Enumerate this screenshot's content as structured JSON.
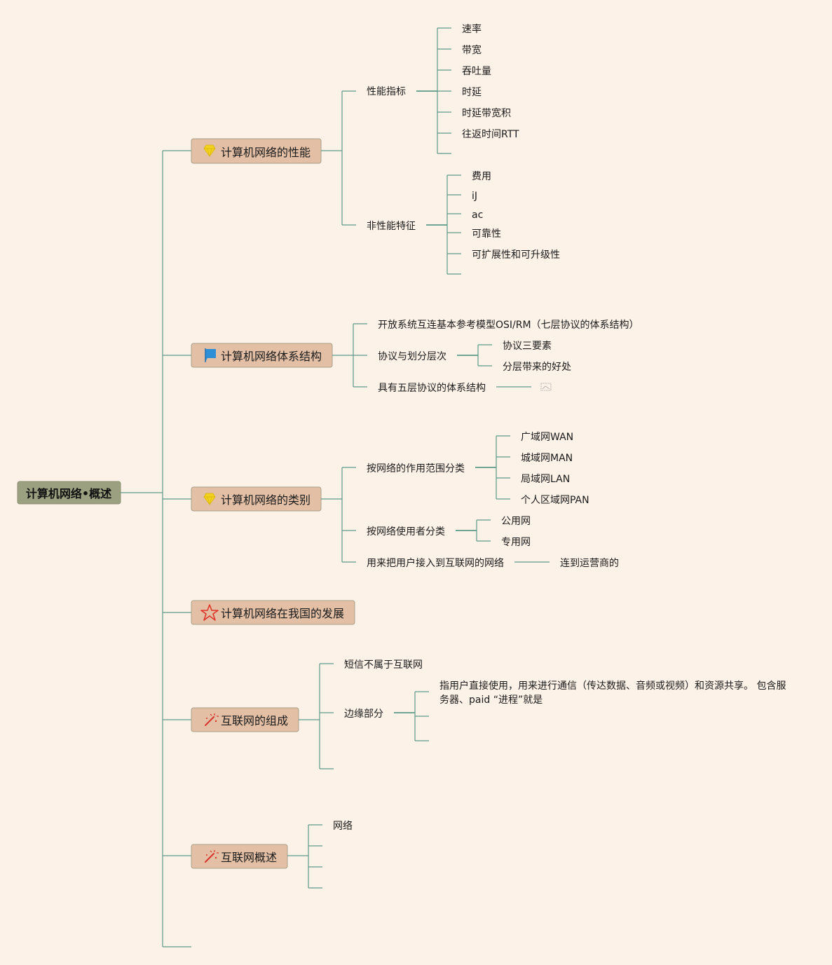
{
  "root": {
    "label": "计算机网络•概述"
  },
  "topics": [
    {
      "label": "计算机网络的性能",
      "icon": "gem-icon",
      "children": [
        {
          "label": "性能指标",
          "children": [
            "速率",
            "带宽",
            "吞吐量",
            "时延",
            "时延带宽积",
            "往返时间RTT",
            ""
          ]
        },
        {
          "label": "非性能特征",
          "children": [
            "费用",
            "iJ",
            "ac",
            "可靠性",
            "可扩展性和可升级性",
            ""
          ]
        }
      ]
    },
    {
      "label": "计算机网络体系结构",
      "icon": "flag-icon",
      "children": [
        {
          "label": "开放系统互连基本参考模型OSI/RM（七层协议的体系结构）",
          "children": []
        },
        {
          "label": "协议与划分层次",
          "children": [
            "协议三要素",
            "分层带来的好处"
          ]
        },
        {
          "label": "具有五层协议的体系结构",
          "children": [
            "image-placeholder"
          ]
        }
      ]
    },
    {
      "label": "计算机网络的类别",
      "icon": "gem-icon",
      "children": [
        {
          "label": "按网络的作用范围分类",
          "children": [
            "广域网WAN",
            "城域网MAN",
            "局域网LAN",
            "个人区域网PAN"
          ]
        },
        {
          "label": "按网络使用者分类",
          "children": [
            "公用网",
            "专用网"
          ]
        },
        {
          "label": "用来把用户接入到互联网的网络",
          "children": [
            "连到运营商的"
          ]
        }
      ]
    },
    {
      "label": "计算机网络在我国的发展",
      "icon": "star-icon",
      "children": []
    },
    {
      "label": "互联网的组成",
      "icon": "magic-wand-icon",
      "children": [
        {
          "label": "短信不属于互联网",
          "children": []
        },
        {
          "label": "边缘部分",
          "children": [
            "指用户直接使用，用来进行通信（传达数据、音频或视频）和资源共享。 包含服务器、paid “进程”就是",
            "",
            ""
          ]
        },
        {
          "label": "",
          "children": []
        }
      ]
    },
    {
      "label": "互联网概述",
      "icon": "magic-wand-icon",
      "children": [
        {
          "label": "网络",
          "children": []
        },
        {
          "label": "",
          "children": []
        },
        {
          "label": "",
          "children": []
        },
        {
          "label": "",
          "children": []
        }
      ]
    }
  ],
  "colors": {
    "background": "#fdf2e8",
    "connector": "#5c9a88",
    "topic_fill": "#e2bfa5",
    "root_fill": "#9aa080",
    "gem": "#f2d21e",
    "flag": "#2f8fd6",
    "star": "#e0352b",
    "wand": "#d8332c"
  }
}
